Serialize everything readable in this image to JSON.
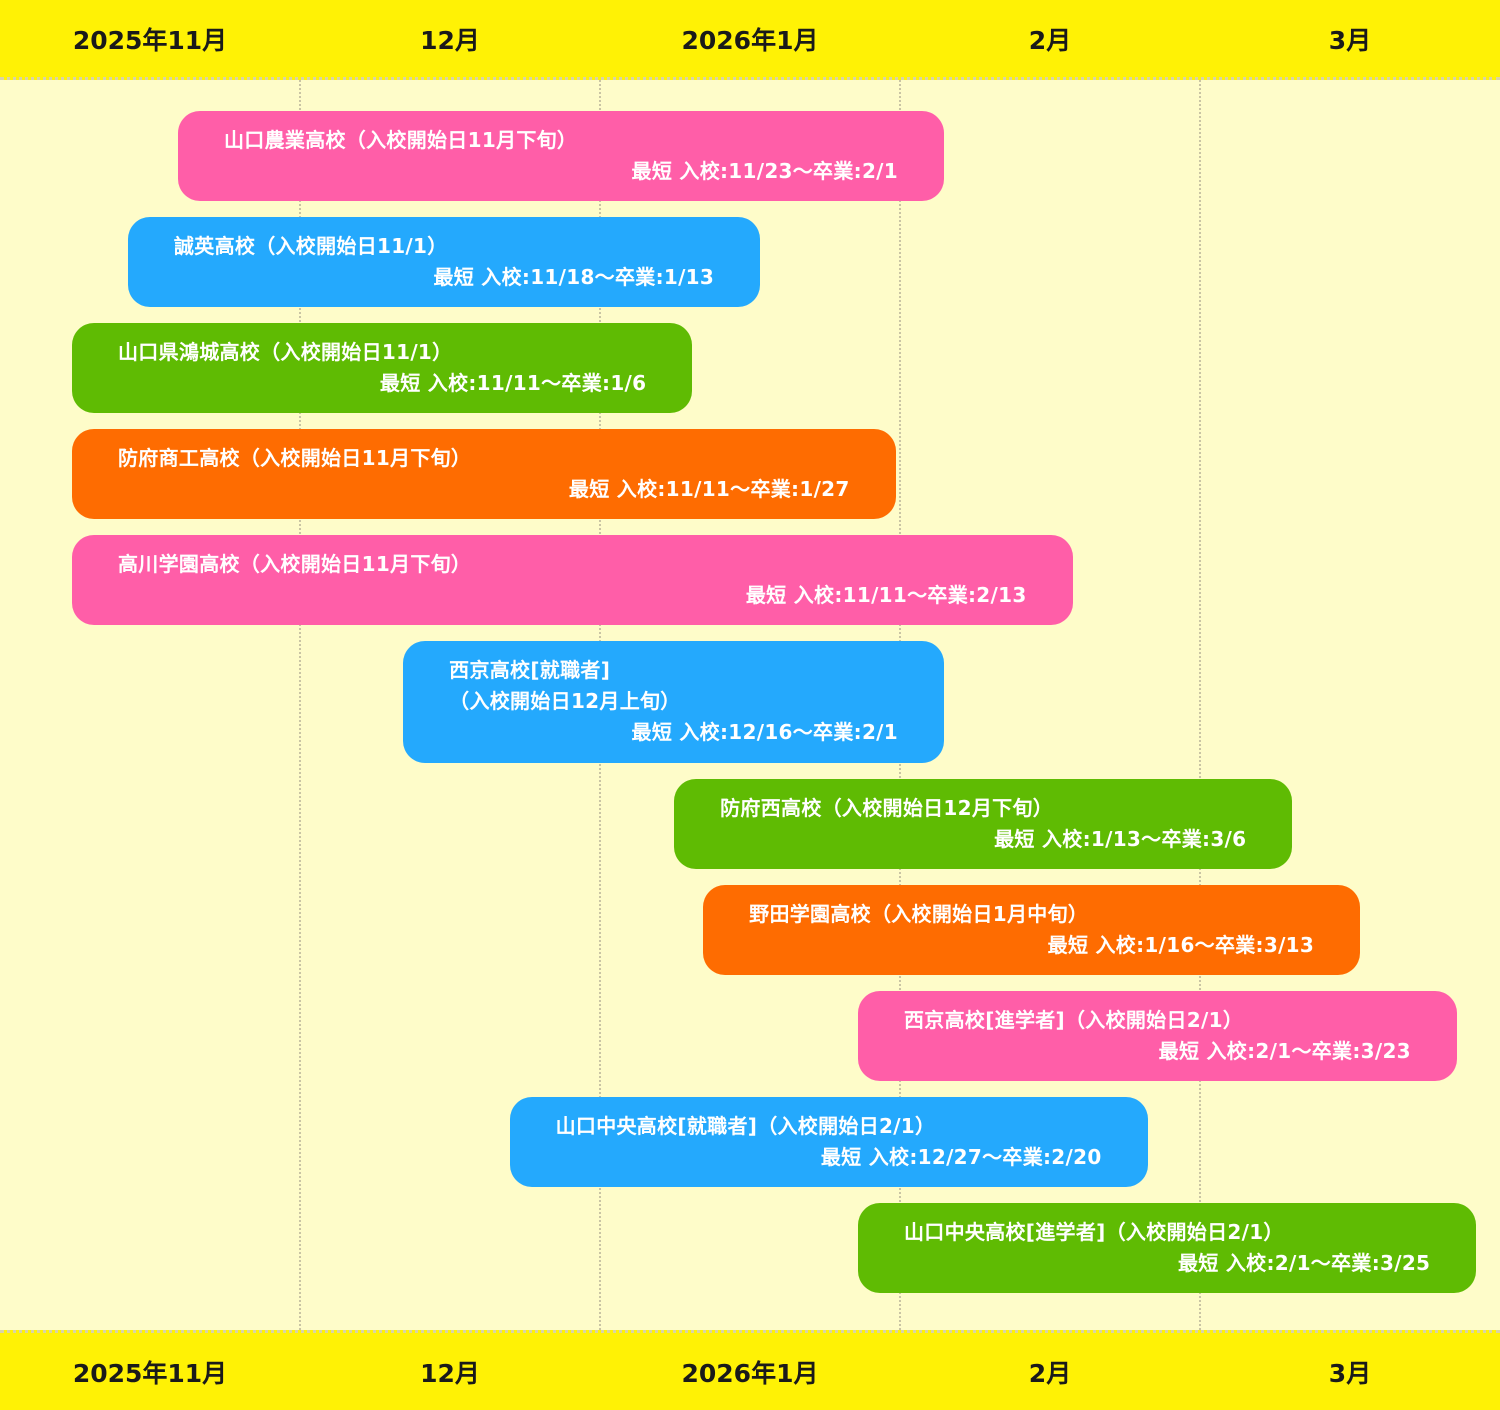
{
  "months": [
    "2025年11月",
    "12月",
    "2026年1月",
    "2月",
    "3月"
  ],
  "colors": {
    "pink": "#ff5ea8",
    "blue": "#24a9fd",
    "green": "#5fbb03",
    "orange": "#fe6c01",
    "header": "#fff205",
    "background": "#fefcc9"
  },
  "chart_data": {
    "type": "gantt",
    "axis": {
      "months": [
        "2025年11月",
        "12月",
        "2026年1月",
        "2月",
        "3月"
      ],
      "range": [
        "2025-11-01",
        "2026-03-31"
      ]
    },
    "tasks": [
      {
        "title": "山口農業高校（入校開始日11月下旬）",
        "info": "最短  入校:11/23〜卒業:2/1",
        "start": "2025-11-23",
        "end": "2026-02-01",
        "color": "pink"
      },
      {
        "title": "誠英高校（入校開始日11/1）",
        "info": "最短  入校:11/18〜卒業:1/13",
        "start": "2025-11-18",
        "end": "2026-01-13",
        "color": "blue"
      },
      {
        "title": "山口県鴻城高校（入校開始日11/1）",
        "info": "最短  入校:11/11〜卒業:1/6",
        "start": "2025-11-11",
        "end": "2026-01-06",
        "color": "green"
      },
      {
        "title": "防府商工高校（入校開始日11月下旬）",
        "info": "最短  入校:11/11〜卒業:1/27",
        "start": "2025-11-11",
        "end": "2026-01-27",
        "color": "orange"
      },
      {
        "title": "高川学園高校（入校開始日11月下旬）",
        "info": "最短  入校:11/11〜卒業:2/13",
        "start": "2025-11-11",
        "end": "2026-02-13",
        "color": "pink"
      },
      {
        "title": "西京高校[就職者]",
        "subtitle": "（入校開始日12月上旬）",
        "info": "最短  入校:12/16〜卒業:2/1",
        "start": "2025-12-16",
        "end": "2026-02-01",
        "color": "blue"
      },
      {
        "title": "防府西高校（入校開始日12月下旬）",
        "info": "最短  入校:1/13〜卒業:3/6",
        "start": "2026-01-13",
        "end": "2026-03-06",
        "color": "green"
      },
      {
        "title": "野田学園高校（入校開始日1月中旬）",
        "info": "最短  入校:1/16〜卒業:3/13",
        "start": "2026-01-16",
        "end": "2026-03-13",
        "color": "orange"
      },
      {
        "title": "西京高校[進学者]（入校開始日2/1）",
        "info": "最短  入校:2/1〜卒業:3/23",
        "start": "2026-02-01",
        "end": "2026-03-23",
        "color": "pink"
      },
      {
        "title": "山口中央高校[就職者]（入校開始日2/1）",
        "info": "最短  入校:12/27〜卒業:2/20",
        "start": "2025-12-27",
        "end": "2026-02-20",
        "color": "blue"
      },
      {
        "title": "山口中央高校[進学者]（入校開始日2/1）",
        "info": "最短  入校:2/1〜卒業:3/25",
        "start": "2026-02-01",
        "end": "2026-03-25",
        "color": "green"
      }
    ]
  }
}
